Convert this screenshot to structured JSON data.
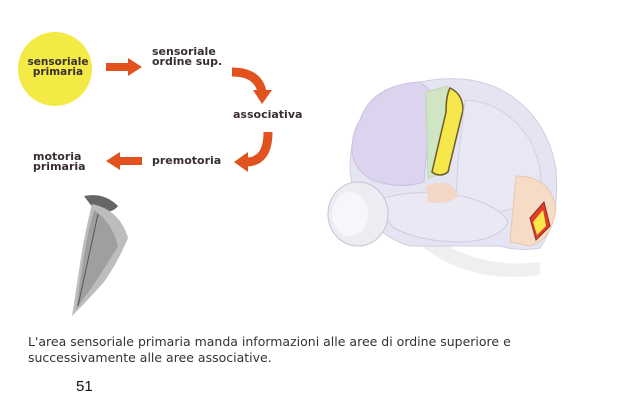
{
  "labels": {
    "sensory_primary": "sensoriale\nprimaria",
    "sensory_higher": "sensoriale\nordine sup.",
    "associative": "associativa",
    "premotor": "premotoria",
    "motor_primary": "motoria\nprimaria"
  },
  "caption": "L'area sensoriale primaria manda informazioni alle aree di ordine superiore e successivamente alle aree associative.",
  "page_number": "51",
  "colors": {
    "arrow": "#e2521e",
    "circle": "#f3ea45",
    "highlight_yellow": "#f6e84a",
    "highlight_red": "#e33c2a"
  }
}
